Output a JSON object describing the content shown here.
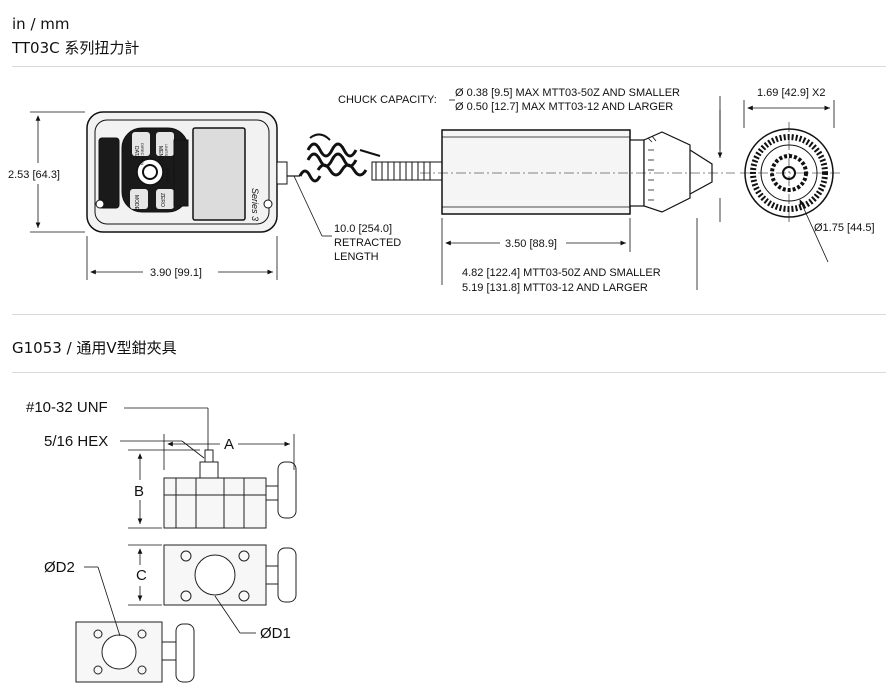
{
  "units": "in / mm",
  "section1": {
    "title": "TT03C 系列扭力計",
    "chuck_capacity_label": "CHUCK CAPACITY:",
    "chuck_line1": "Ø 0.38 [9.5] MAX MTT03-50Z AND SMALLER",
    "chuck_line2": "Ø 0.50 [12.7] MAX MTT03-12 AND LARGER",
    "height_dim": "2.53 [64.3]",
    "width_dim": "3.90 [99.1]",
    "retracted_line1": "10.0 [254.0]",
    "retracted_line2": "RETRACTED",
    "retracted_line3": "LENGTH",
    "body_dim": "3.50 [88.9]",
    "length_line1": "4.82 [122.4] MTT03-50Z AND SMALLER",
    "length_line2": "5.19 [131.8] MTT03-12 AND LARGER",
    "end_dim": "1.69 [42.9] X2",
    "dia_dim": "Ø1.75 [44.5]",
    "device": {
      "series": "Series 3",
      "btn_data": "DATA",
      "btn_data_sub": "DIRECTION",
      "btn_menu": "MENU",
      "btn_menu_sub": "UNITS",
      "btn_enter": "ENTER",
      "btn_mode": "MODE",
      "btn_zero": "ZERO"
    }
  },
  "section2": {
    "title": "G1053 / 通用V型鉗夾具",
    "label_thread": "#10-32 UNF",
    "label_hex": "5/16 HEX",
    "label_a": "A",
    "label_b": "B",
    "label_c": "C",
    "label_d2": "ØD2",
    "label_d1": "ØD1"
  }
}
